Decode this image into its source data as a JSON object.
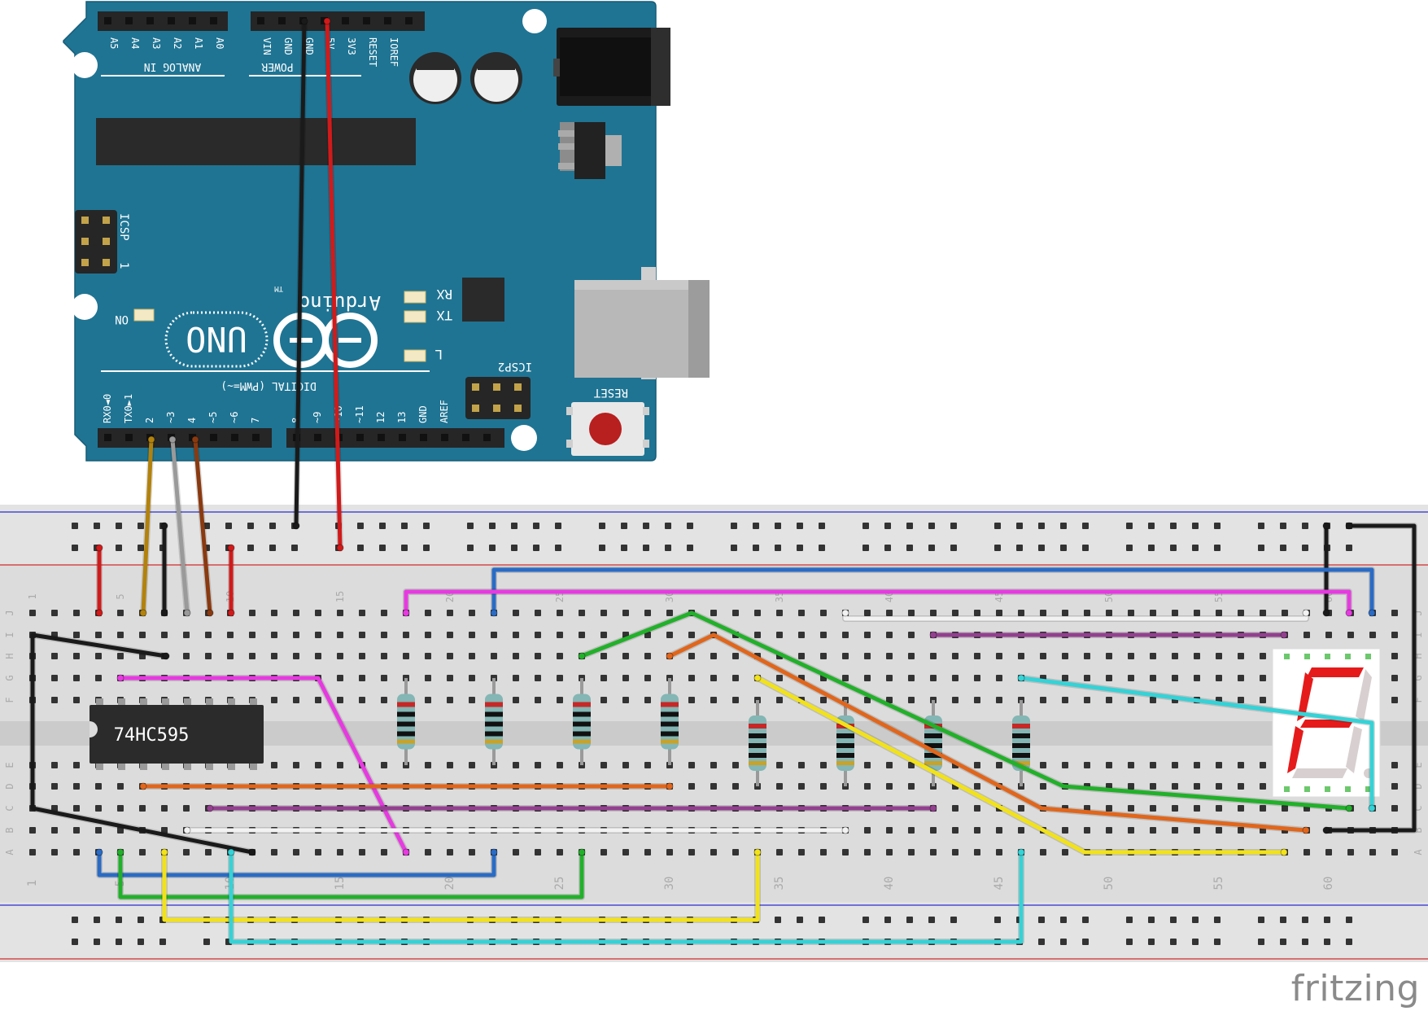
{
  "app": {
    "logo": "fritzing"
  },
  "arduino": {
    "model_logo": "UNO",
    "brand_logo": "Arduino",
    "trademark": "TM",
    "board_color": "#1f7493",
    "header_label_analog": "ANALOG IN",
    "header_label_power": "POWER",
    "header_label_digital": "DIGITAL (PWM=~)",
    "analog_pins": [
      "A5",
      "A4",
      "A3",
      "A2",
      "A1",
      "A0"
    ],
    "power_pins": [
      "VIN",
      "GND",
      "GND",
      "5V",
      "3V3",
      "RESET",
      "IOREF"
    ],
    "digital_pins_low": [
      "RX0◄0",
      "TX0►1",
      "2",
      "~3",
      "4",
      "~5",
      "~6",
      "7"
    ],
    "digital_pins_high": [
      "8",
      "~9",
      "~10",
      "~11",
      "12",
      "13",
      "GND",
      "AREF"
    ],
    "icsp_label": "ICSP",
    "icsp2_label": "ICSP2",
    "icsp_pin1": "1",
    "led_on": "ON",
    "led_rx": "RX",
    "led_tx": "TX",
    "led_l": "L",
    "reset_label": "RESET"
  },
  "ic": {
    "label": "74HC595"
  },
  "breadboard": {
    "column_numbers": [
      "1",
      "5",
      "10",
      "15",
      "20",
      "25",
      "30",
      "35",
      "40",
      "45",
      "50",
      "55",
      "60"
    ],
    "row_letters_top": [
      "J",
      "I",
      "H",
      "G",
      "F"
    ],
    "row_letters_bottom": [
      "E",
      "D",
      "C",
      "B",
      "A"
    ]
  },
  "colors": {
    "wire_black": "#1a1a1a",
    "wire_red": "#d11a1a",
    "wire_blue": "#2a6bc4",
    "wire_magenta": "#e63ae0",
    "wire_green": "#22b02a",
    "wire_orange": "#e0661c",
    "wire_yellow": "#f2e21a",
    "wire_cyan": "#35d2d6",
    "wire_purple": "#93408f",
    "wire_white": "#f2f2f2",
    "wire_gray": "#9a9a9a",
    "wire_ochre": "#b2820c",
    "wire_brown": "#8a3a10",
    "segment_red": "#e51b1b"
  }
}
